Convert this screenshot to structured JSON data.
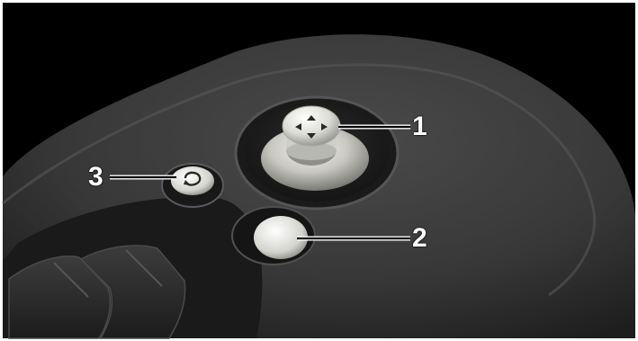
{
  "callouts": {
    "one": "1",
    "two": "2",
    "three": "3"
  },
  "components": {
    "joystick": "mirror-adjust-joystick",
    "round_button": "round-push-button",
    "switch_button": "changeover-switch-button",
    "window_switches": "window-rocker-switches"
  },
  "colors": {
    "panel": "#3f3f3f",
    "background": "#000000",
    "label_text": "#ffffff"
  }
}
